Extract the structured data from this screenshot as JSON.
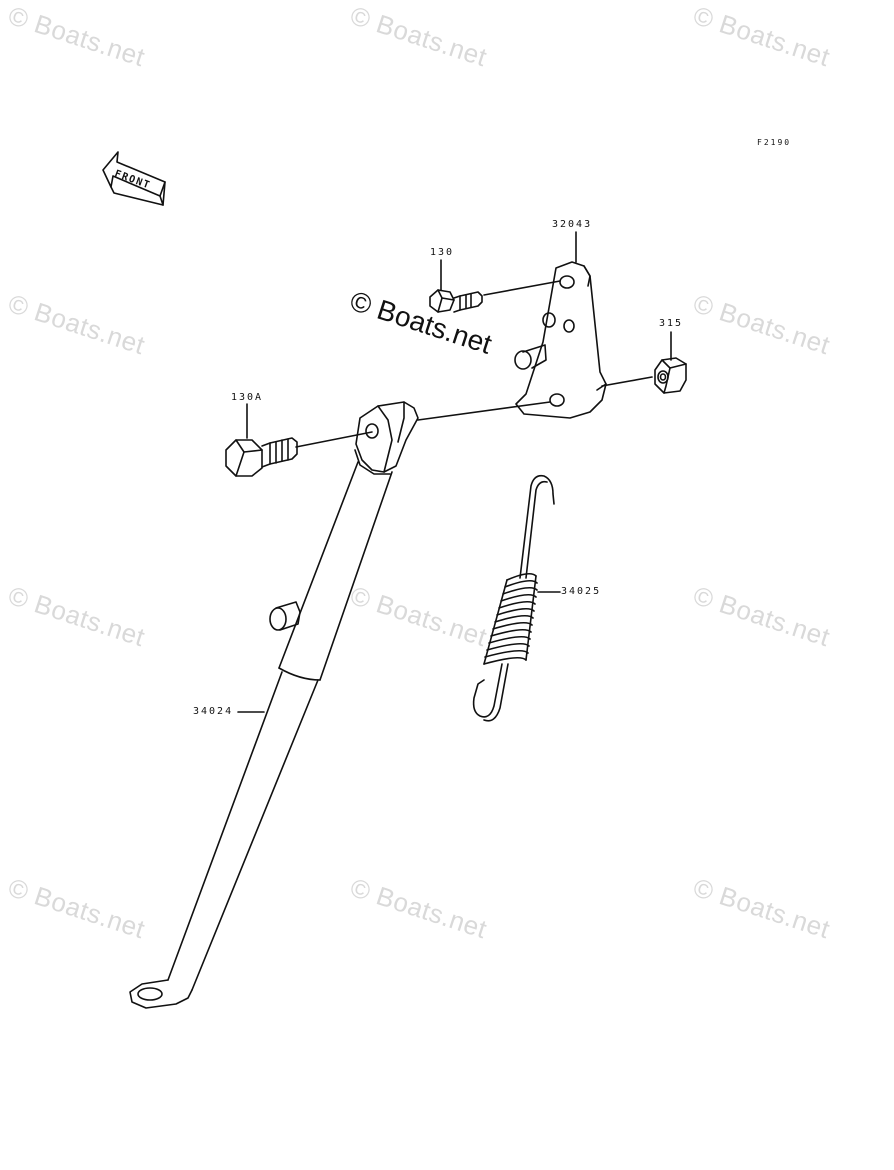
{
  "watermark": "© Boats.net",
  "figure_code": "F2190",
  "front_label": "FRONT",
  "parts": [
    {
      "number": "32043",
      "name": "bracket"
    },
    {
      "number": "130",
      "name": "bolt"
    },
    {
      "number": "315",
      "name": "nut"
    },
    {
      "number": "130A",
      "name": "bolt"
    },
    {
      "number": "34025",
      "name": "spring"
    },
    {
      "number": "34024",
      "name": "stand"
    }
  ]
}
